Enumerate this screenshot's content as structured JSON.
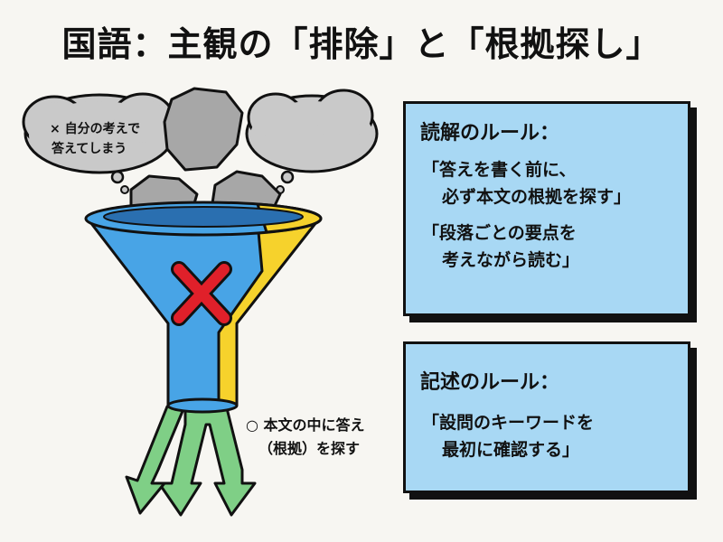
{
  "title": "国語：主観の「排除」と「根拠探し」",
  "thought_bubble": {
    "line1": "× 自分の考えで",
    "line2": "答えてしまう"
  },
  "output_label": {
    "line1": "○ 本文の中に答え",
    "line2": "（根拠）を探す"
  },
  "reading_card": {
    "heading": "読解のルール：",
    "rule1_line1": "「答えを書く前に、",
    "rule1_line2": "必ず本文の根拠を探す」",
    "rule2_line1": "「段落ごとの要点を",
    "rule2_line2": "考えながら読む」"
  },
  "writing_card": {
    "heading": "記述のルール：",
    "rule1_line1": "「設問のキーワードを",
    "rule1_line2": "最初に確認する」"
  },
  "colors": {
    "card_fill": "#a8d8f4",
    "funnel_blue": "#48a4e6",
    "funnel_yellow": "#f6d22c",
    "cross_red": "#e0202a",
    "arrow_green": "#7fcf86",
    "rock_gray": "#a7a7a7",
    "cloud_gray": "#c9c9c9"
  }
}
